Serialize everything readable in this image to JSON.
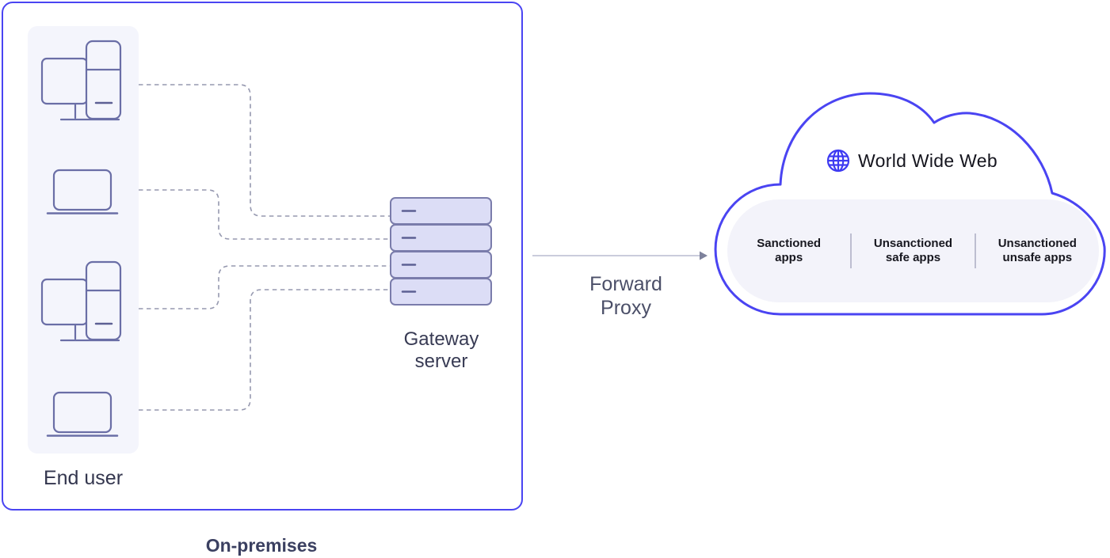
{
  "on_premises": {
    "zone_label": "On-premises",
    "end_user_label": "End user",
    "gateway_server_label": "Gateway\nserver",
    "device_icons": [
      "desktop-computer-icon",
      "laptop-icon",
      "desktop-computer-icon",
      "laptop-icon"
    ],
    "server_icon": "server-stack-icon",
    "server_rack_rows": 4
  },
  "connection": {
    "arrow_label": "Forward\nProxy",
    "arrow_icon": "arrow-right-icon"
  },
  "cloud": {
    "title": "World Wide Web",
    "globe_icon": "globe-icon",
    "app_categories": [
      "Sanctioned\napps",
      "Unsanctioned\nsafe apps",
      "Unsanctioned\nunsafe apps"
    ]
  },
  "colors": {
    "accent_blue": "#4a44f2",
    "device_stroke": "#6a6ea6",
    "server_fill": "#dcddf6",
    "server_stroke": "#7a7cab",
    "dashed_line": "#9598af",
    "panel_fill": "#f4f5fc",
    "apps_box_fill": "#f3f3fa",
    "arrow_gray": "#b9bcd0"
  }
}
